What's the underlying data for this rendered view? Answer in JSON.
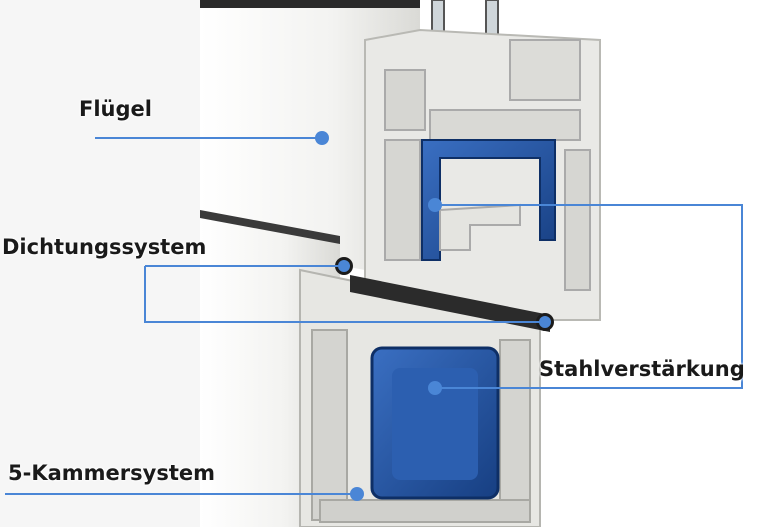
{
  "diagram": {
    "labels": {
      "sash": "Flügel",
      "seal": "Dichtungssystem",
      "steel": "Stahlverstärkung",
      "chambers": "5-Kammersystem"
    },
    "colors": {
      "leader": "#4a86d6",
      "steel_insert": "#1f4f9a",
      "profile_light": "#f1f1ef",
      "profile_shade": "#bdbdb9",
      "gasket": "#1c1c1c",
      "spacer": "#c9a640"
    }
  }
}
